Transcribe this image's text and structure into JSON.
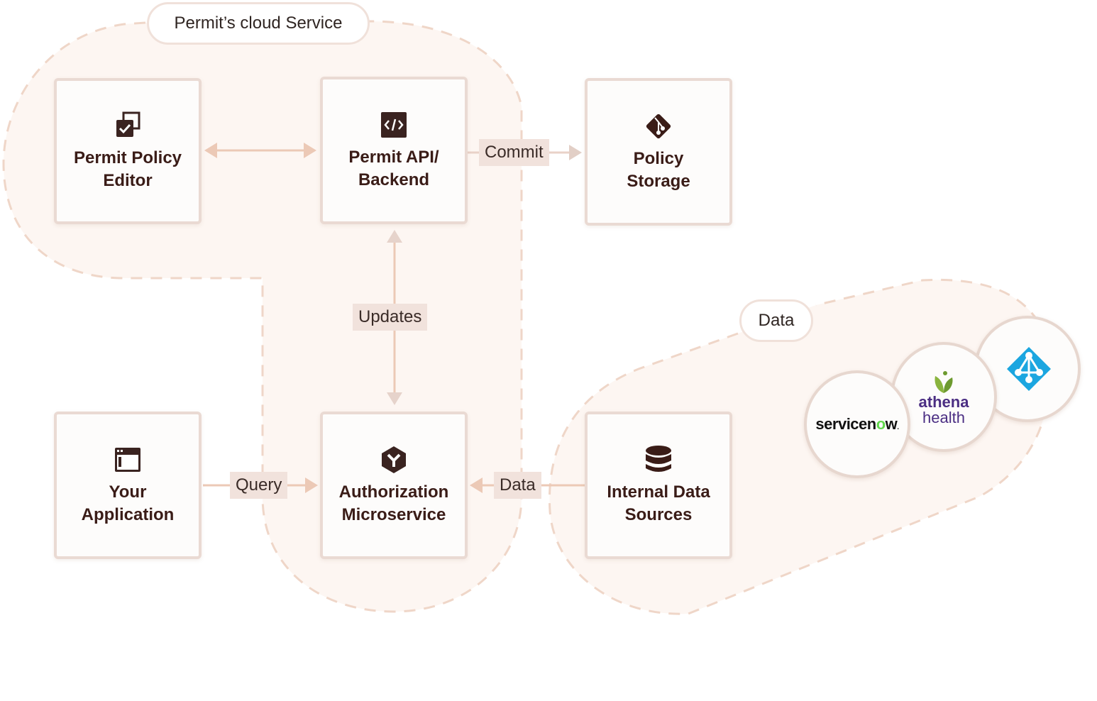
{
  "colors": {
    "region_fill": "#fdf6f2",
    "region_dash": "#efd6c8",
    "arrow": "#ecc9b6",
    "label_bg": "#f1e2dc",
    "node_text": "#3a1c17",
    "icon": "#3a2320"
  },
  "regions": {
    "cloud": {
      "title": "Permit’s cloud Service"
    },
    "data": {
      "title": "Data"
    }
  },
  "nodes": {
    "policy_editor": {
      "label": "Permit Policy\nEditor",
      "icon": "copy-check-icon"
    },
    "api_backend": {
      "label": "Permit API/\nBackend",
      "icon": "code-icon"
    },
    "policy_storage": {
      "label": "Policy\nStorage",
      "icon": "git-icon"
    },
    "your_app": {
      "label": "Your\nApplication",
      "icon": "app-window-icon"
    },
    "auth_microservice": {
      "label": "Authorization\nMicroservice",
      "icon": "hexagon-y-icon"
    },
    "internal_data": {
      "label": "Internal Data\nSources",
      "icon": "database-icon"
    }
  },
  "edges": {
    "commit": "Commit",
    "updates": "Updates",
    "query": "Query",
    "data": "Data"
  },
  "logos": {
    "servicenow": {
      "text_a": "servicen",
      "text_o": "o",
      "text_b": "w",
      "mark": "."
    },
    "athena": {
      "line1": "athena",
      "line2": "health"
    },
    "azure_ad": {
      "name": "azure-active-directory-icon"
    }
  }
}
